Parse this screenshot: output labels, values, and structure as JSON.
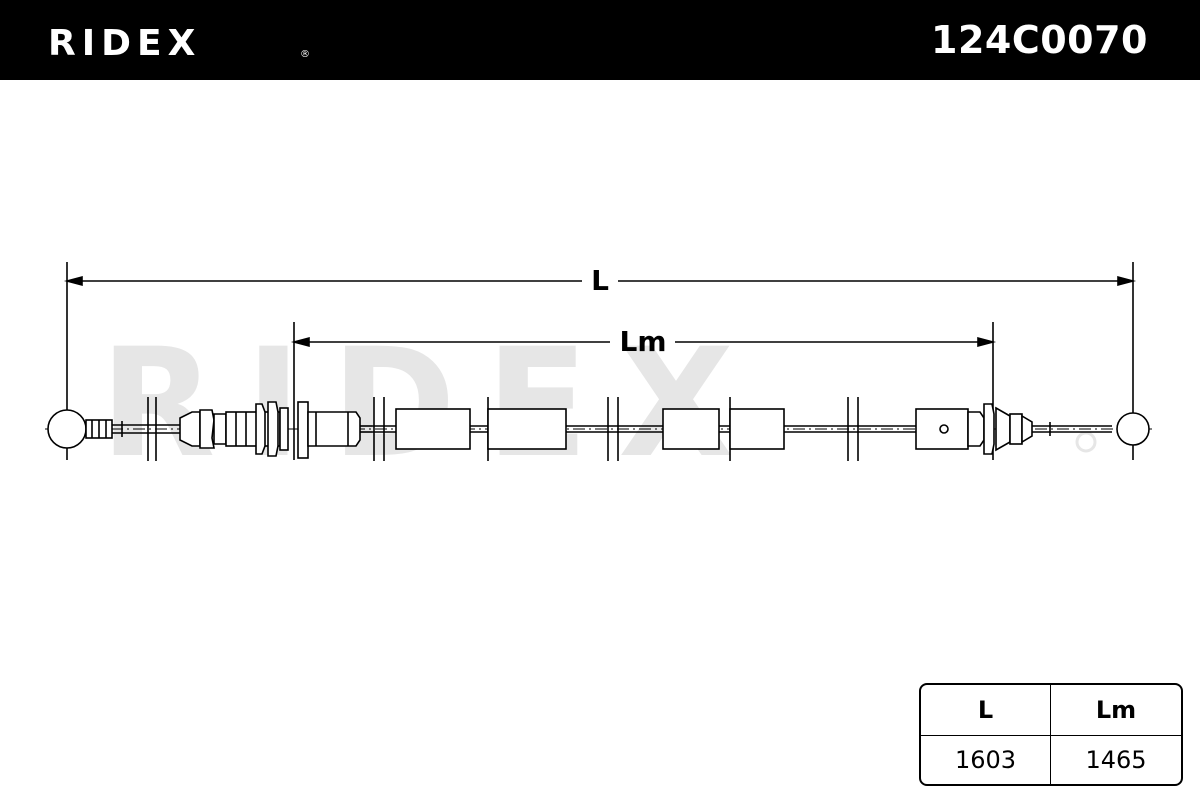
{
  "header": {
    "brand": "RIDEX",
    "part_number": "124C0070",
    "registered_mark": "®"
  },
  "drawing": {
    "watermark": "RIDEX",
    "dimension_labels": {
      "overall": "L",
      "sheath": "Lm"
    }
  },
  "dimension_table": {
    "headers": [
      "L",
      "Lm"
    ],
    "values": [
      "1603",
      "1465"
    ]
  }
}
